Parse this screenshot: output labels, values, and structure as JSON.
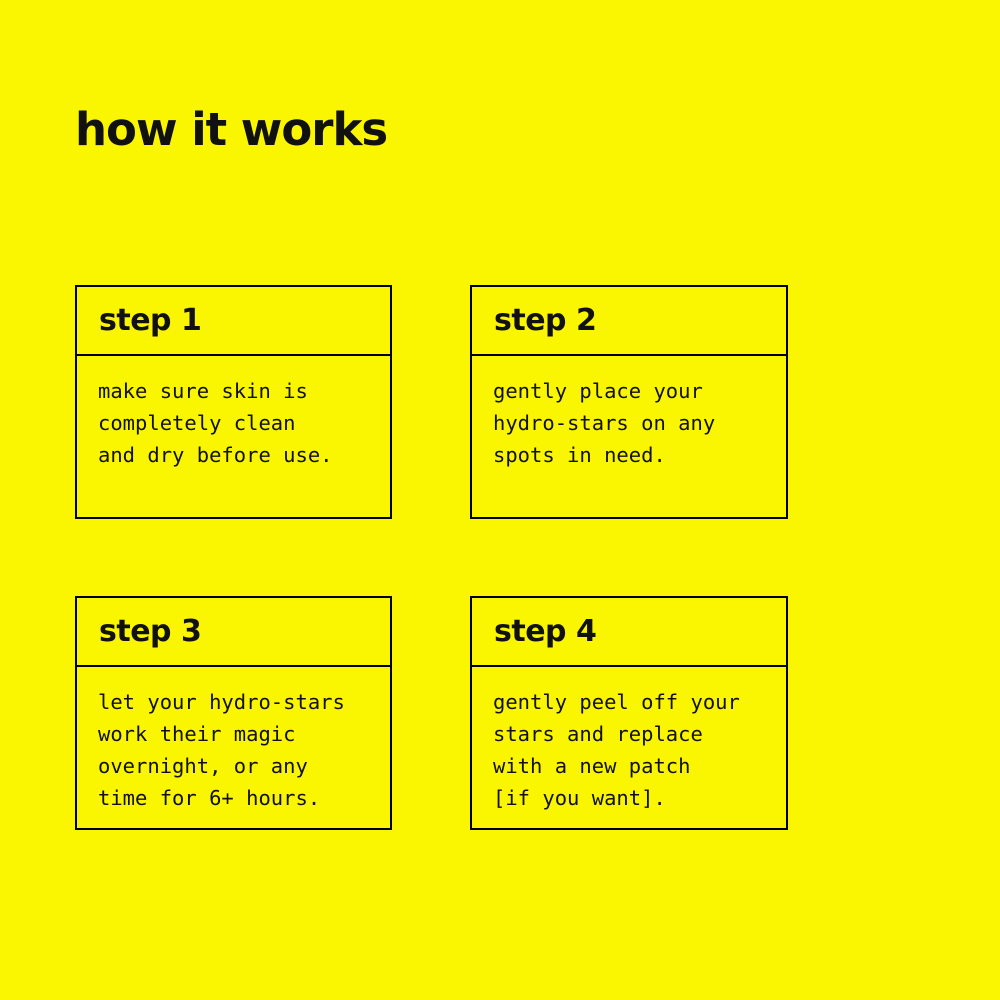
{
  "page": {
    "title": "how it works",
    "colors": {
      "background": "#FAF500",
      "text": "#111111",
      "border": "#000000"
    }
  },
  "steps": [
    {
      "label": "step 1",
      "body": "make sure skin is\ncompletely clean\nand dry before use."
    },
    {
      "label": "step 2",
      "body": "gently place your\nhydro-stars on any\nspots in need."
    },
    {
      "label": "step 3",
      "body": "let your hydro-stars\nwork their magic\novernight, or any\ntime for 6+ hours."
    },
    {
      "label": "step 4",
      "body": "gently peel off your\nstars and replace\nwith a new patch\n[if you want]."
    }
  ]
}
